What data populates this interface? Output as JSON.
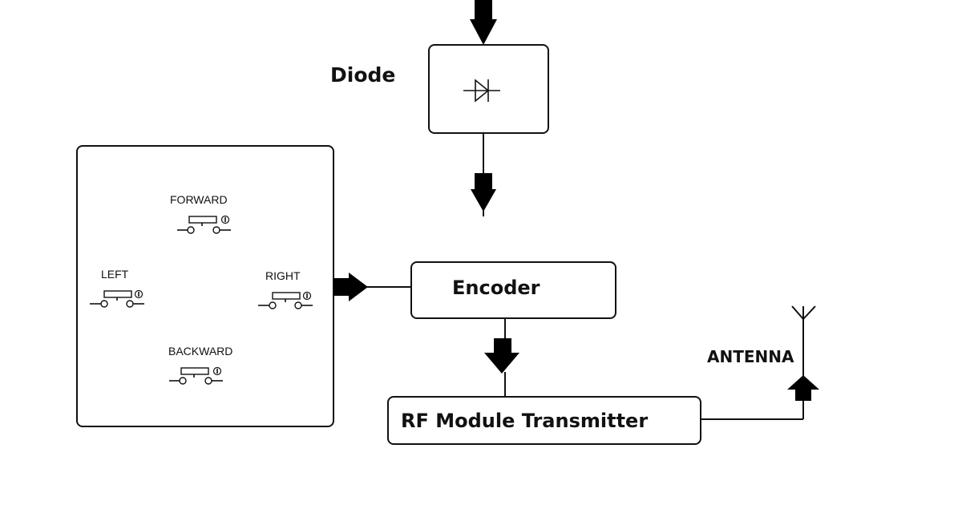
{
  "diagram": {
    "diode_label": "Diode",
    "encoder_label": "Encoder",
    "rf_label": "RF Module Transmitter",
    "antenna_label": "ANTENNA",
    "buttons": {
      "forward": "FORWARD",
      "left": "LEFT",
      "right": "RIGHT",
      "backward": "BACKWARD"
    }
  }
}
